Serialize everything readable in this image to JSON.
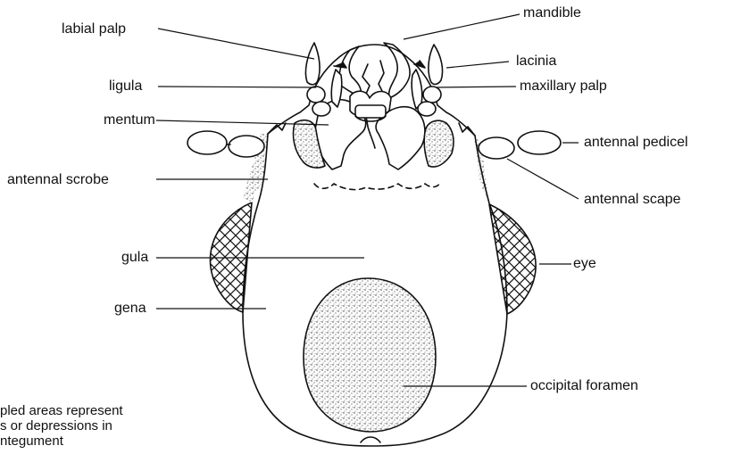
{
  "labels": {
    "mandible": "mandible",
    "labial_palp": "labial palp",
    "lacinia": "lacinia",
    "ligula": "ligula",
    "maxillary_palp": "maxillary palp",
    "mentum": "mentum",
    "antennal_pedicel": "antennal pedicel",
    "antennal_scrobe": "antennal scrobe",
    "antennal_scape": "antennal scape",
    "gula": "gula",
    "eye": "eye",
    "gena": "gena",
    "occipital_foramen": "occipital foramen"
  },
  "note": {
    "line1": "pled areas represent",
    "line2": "s or depressions in",
    "line3": "ntegument"
  },
  "colors": {
    "ink": "#111111",
    "stipple": "#555555",
    "background": "#ffffff"
  }
}
